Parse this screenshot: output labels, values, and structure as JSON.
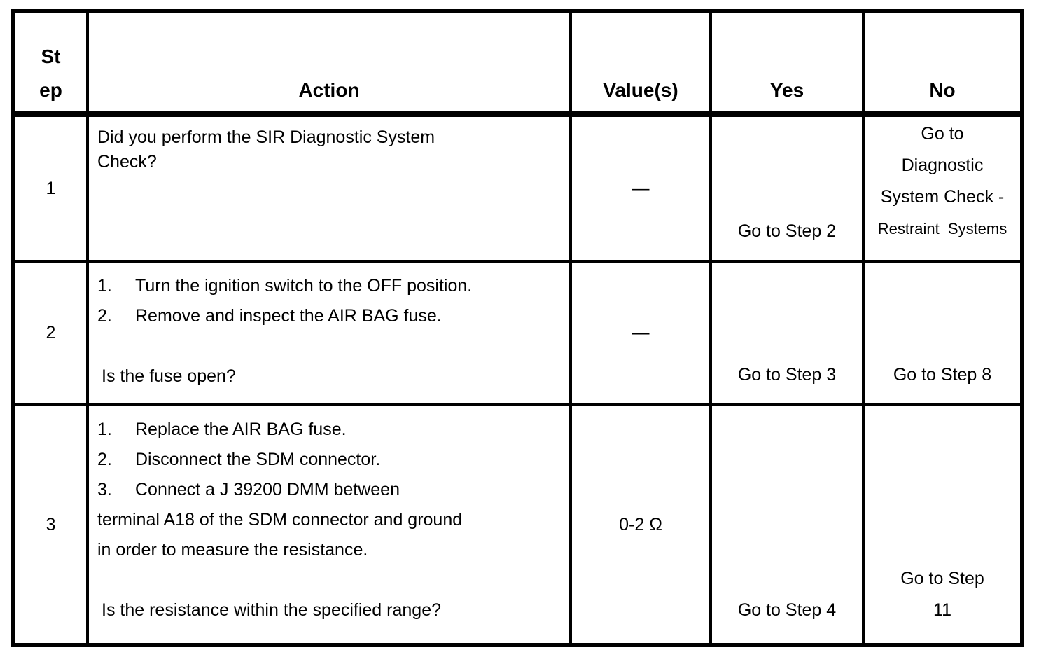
{
  "page": {
    "background": "#ffffff",
    "line_color": "#000000"
  },
  "table": {
    "headers": {
      "step_line1": "St",
      "step_line2": "ep",
      "action": "Action",
      "values": "Value(s)",
      "yes": "Yes",
      "no": "No"
    },
    "rows": [
      {
        "step": "1",
        "action_lines": [
          {
            "text": "Did you perform the SIR Diagnostic System",
            "style": "plain"
          },
          {
            "text": "Check?",
            "style": "plain"
          }
        ],
        "value": "—",
        "yes_lines": [
          {
            "text": "Go to Step 2",
            "style": "normal"
          }
        ],
        "no_lines": [
          {
            "text": "Go to",
            "style": "normal"
          },
          {
            "text": "Diagnostic",
            "style": "normal"
          },
          {
            "text": "System Check -",
            "style": "normal"
          },
          {
            "text": "Restraint Systems",
            "style": "small"
          }
        ]
      },
      {
        "step": "2",
        "action_lines": [
          {
            "num": "1.",
            "text": "Turn the ignition switch to the OFF position.",
            "style": "numbered"
          },
          {
            "num": "2.",
            "text": "Remove and inspect the AIR BAG fuse.",
            "style": "numbered"
          },
          {
            "text": "",
            "style": "blank"
          },
          {
            "text": "Is the fuse open?",
            "style": "question"
          }
        ],
        "value": "—",
        "yes_lines": [
          {
            "text": "Go to Step 3",
            "style": "normal"
          }
        ],
        "no_lines": [
          {
            "text": "Go to Step 8",
            "style": "normal"
          }
        ]
      },
      {
        "step": "3",
        "action_lines": [
          {
            "num": "1.",
            "text": "Replace the AIR BAG fuse.",
            "style": "numbered"
          },
          {
            "num": "2.",
            "text": "Disconnect the SDM connector.",
            "style": "numbered"
          },
          {
            "num": "3.",
            "text": "Connect a J 39200 DMM between",
            "style": "numbered"
          },
          {
            "text": "terminal A18 of the SDM connector and ground",
            "style": "plain"
          },
          {
            "text": "in order to measure the resistance.",
            "style": "plain"
          },
          {
            "text": "",
            "style": "blank"
          },
          {
            "text": "Is the resistance within the specified range?",
            "style": "question"
          }
        ],
        "value": "0-2 Ω",
        "yes_lines": [
          {
            "text": "Go to Step 4",
            "style": "normal"
          }
        ],
        "no_lines": [
          {
            "text": "Go to Step",
            "style": "normal"
          },
          {
            "text": "11",
            "style": "normal"
          }
        ]
      }
    ]
  }
}
